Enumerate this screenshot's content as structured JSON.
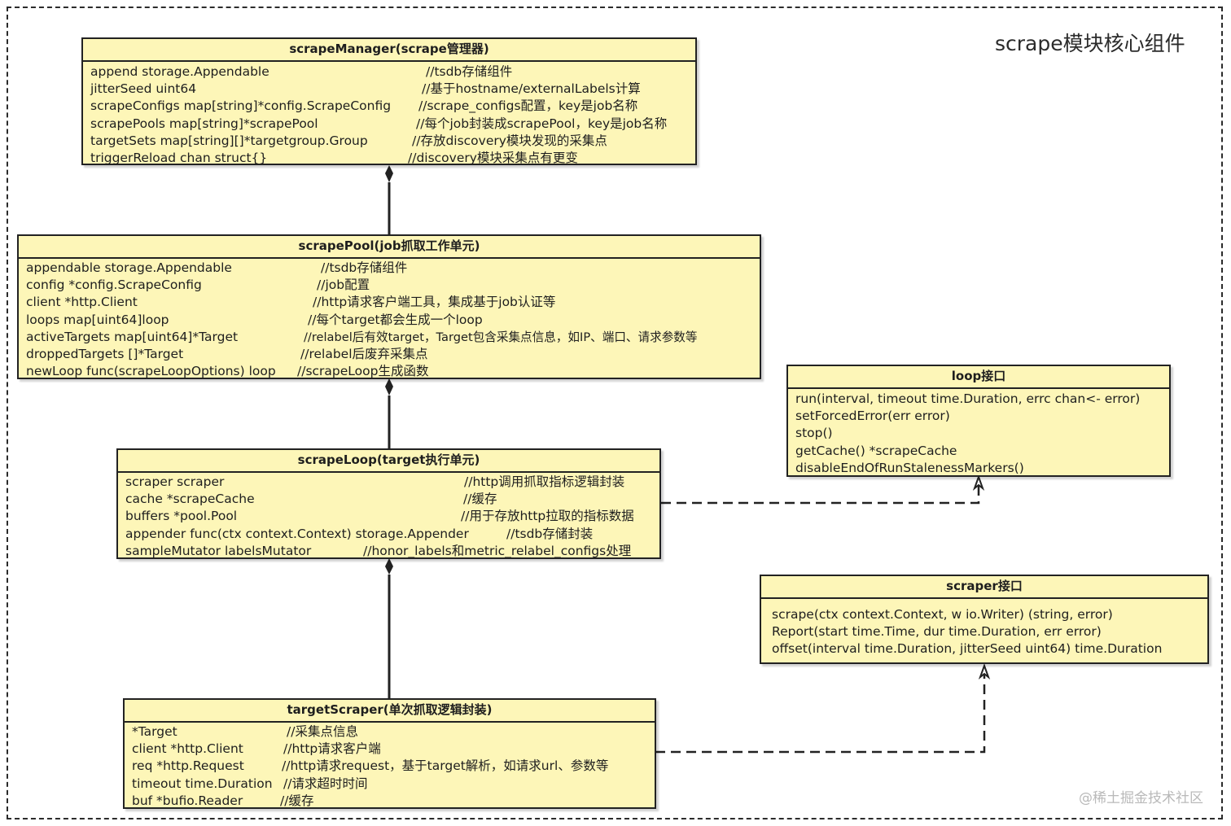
{
  "title": "scrape模块核心组件",
  "watermark": "@稀土掘金技术社区",
  "boxes": {
    "scrapeManager": {
      "header": "scrapeManager(scrape管理器)",
      "rows": [
        [
          "append    storage.Appendable",
          "//tsdb存储组件"
        ],
        [
          "jitterSeed    uint64",
          "//基于hostname/externalLabels计算"
        ],
        [
          "scrapeConfigs map[string]*config.ScrapeConfig",
          "//scrape_configs配置，key是job名称"
        ],
        [
          "scrapePools   map[string]*scrapePool",
          "//每个job封装成scrapePool，key是job名称"
        ],
        [
          "targetSets    map[string][]*targetgroup.Group",
          "//存放discovery模块发现的采集点"
        ],
        [
          "triggerReload chan struct{}",
          "//discovery模块采集点有更变"
        ]
      ]
    },
    "scrapePool": {
      "header": "scrapePool(job抓取工作单元)",
      "rows": [
        [
          "appendable storage.Appendable",
          "//tsdb存储组件"
        ],
        [
          "config *config.ScrapeConfig",
          "//job配置"
        ],
        [
          "client *http.Client",
          "//http请求客户端工具，集成基于job认证等"
        ],
        [
          "loops         map[uint64]loop",
          "//每个target都会生成一个loop"
        ],
        [
          "activeTargets  map[uint64]*Target",
          "//relabel后有效target，Target包含采集点信息，如IP、端口、请求参数等"
        ],
        [
          "droppedTargets []*Target",
          "//relabel后废弃采集点"
        ],
        [
          "newLoop func(scrapeLoopOptions) loop",
          "//scrapeLoop生成函数"
        ]
      ]
    },
    "scrapeLoop": {
      "header": "scrapeLoop(target执行单元)",
      "rows": [
        [
          "scraper        scraper",
          "//http调用抓取指标逻辑封装"
        ],
        [
          "cache         *scrapeCache",
          "//缓存"
        ],
        [
          "buffers       *pool.Pool",
          "//用于存放http拉取的指标数据"
        ],
        [
          "appender    func(ctx context.Context) storage.Appender",
          "//tsdb存储封装"
        ],
        [
          "sampleMutator      labelsMutator",
          "//honor_labels和metric_relabel_configs处理"
        ]
      ]
    },
    "targetScraper": {
      "header": "targetScraper(单次抓取逻辑封装)",
      "rows": [
        [
          "*Target",
          "//采集点信息"
        ],
        [
          "client  *http.Client",
          "//http请求客户端"
        ],
        [
          "req     *http.Request",
          "//http请求request，基于target解析，如请求url、参数等"
        ],
        [
          "timeout time.Duration",
          "//请求超时时间"
        ],
        [
          "buf   *bufio.Reader",
          "//缓存"
        ]
      ]
    },
    "loopInterface": {
      "header": "loop接口",
      "rows": [
        [
          "run(interval, timeout time.Duration, errc chan<- error)"
        ],
        [
          "setForcedError(err error)"
        ],
        [
          "stop()"
        ],
        [
          "getCache() *scrapeCache"
        ],
        [
          "disableEndOfRunStalenessMarkers()"
        ]
      ]
    },
    "scraperInterface": {
      "header": "scraper接口",
      "rows": [
        [
          "scrape(ctx context.Context, w io.Writer) (string, error)"
        ],
        [
          "Report(start time.Time, dur time.Duration, err error)"
        ],
        [
          "offset(interval time.Duration, jitterSeed uint64) time.Duration"
        ]
      ]
    }
  }
}
